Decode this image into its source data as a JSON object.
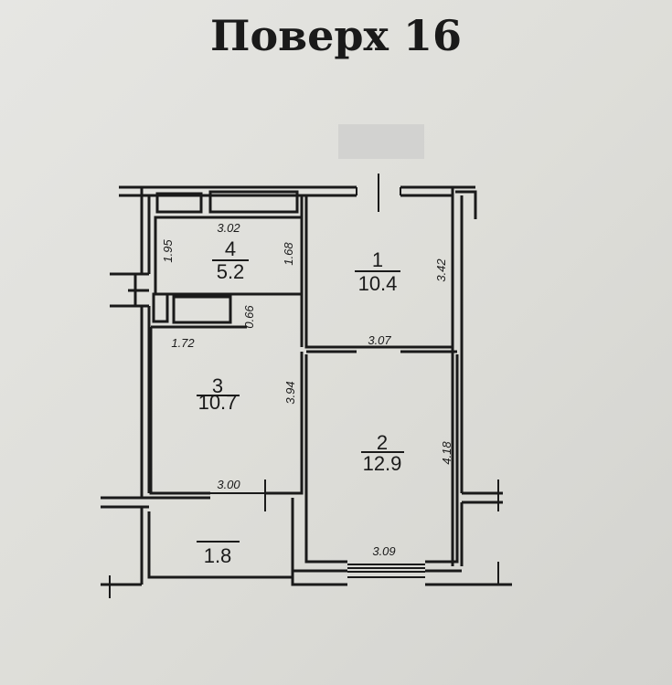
{
  "title": "Поверх 16",
  "rooms": [
    {
      "number": "1",
      "area": "10.4",
      "dims": [
        "3.42",
        "3.07"
      ]
    },
    {
      "number": "2",
      "area": "12.9",
      "dims": [
        "4.18",
        "3.09"
      ]
    },
    {
      "number": "3",
      "area": "10.7",
      "dims": [
        "1.72",
        "3.94",
        "3.00"
      ]
    },
    {
      "number": "4",
      "area": "5.2",
      "dims": [
        "3.02",
        "1.95",
        "1.68",
        "0.66"
      ]
    },
    {
      "number": "",
      "area": "1.8"
    }
  ]
}
